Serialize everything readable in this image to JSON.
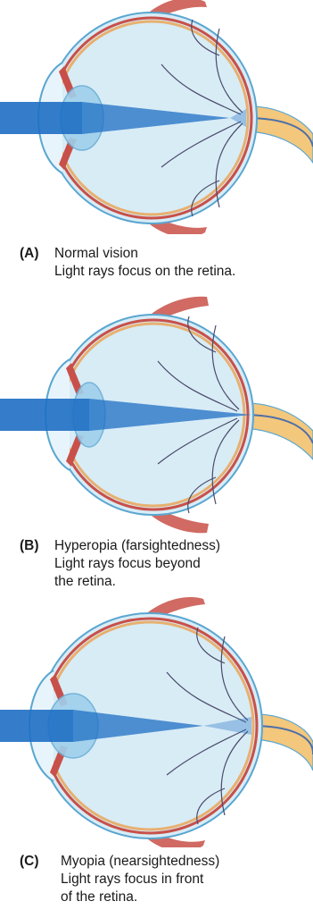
{
  "panels": [
    {
      "letter": "(A)",
      "title": "Normal vision",
      "lines": [
        "Light rays focus on the retina."
      ]
    },
    {
      "letter": "(B)",
      "title": "Hyperopia (farsightedness)",
      "lines": [
        "Light rays focus beyond",
        "the retina."
      ]
    },
    {
      "letter": "(C)",
      "title": "Myopia (nearsightedness)",
      "lines": [
        "Light rays focus in front",
        "of the retina."
      ]
    }
  ],
  "colors": {
    "light_beam": "#1f6fc4",
    "eyeball_fill": "#d8ecf6",
    "sclera_outline": "#5aa6d0",
    "choroid": "#c8504a",
    "retina": "#e7b070",
    "optic_nerve": "#f3c77c",
    "vessels": "#4a4a6a",
    "muscle": "#c85048",
    "lens": "#9fd0ec"
  }
}
